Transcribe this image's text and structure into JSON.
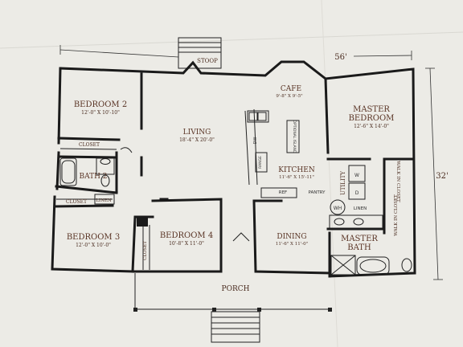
{
  "colors": {
    "paper": "#ecebe6",
    "wall": "#1a1a1a",
    "label": "#5a3526"
  },
  "dimensions": {
    "width": "56'",
    "depth": "32'"
  },
  "rooms": {
    "bedroom2": {
      "name": "BEDROOM 2",
      "size": "12'-0\" X 10'-10\""
    },
    "living": {
      "name": "LIVING",
      "size": "18'-4\" X 20'-0\""
    },
    "cafe": {
      "name": "CAFE",
      "size": "9'-8\" X 9'-5\""
    },
    "master_bedroom": {
      "name_1": "MASTER",
      "name_2": "BEDROOM",
      "size": "12'-6\" X 14'-0\""
    },
    "kitchen": {
      "name": "KITCHEN",
      "size": "11'-6\" X 15'-11\""
    },
    "bath2": {
      "name": "BATH 2"
    },
    "bedroom3": {
      "name": "BEDROOM 3",
      "size": "12'-0\" X 10'-0\""
    },
    "bedroom4": {
      "name": "BEDROOM 4",
      "size": "10'-8\" X 11'-0\""
    },
    "dining": {
      "name": "DINING",
      "size": "11'-6\" X 11'-0\""
    },
    "master_bath": {
      "name_1": "MASTER",
      "name_2": "BATH"
    },
    "porch": {
      "name": "PORCH"
    },
    "stoop": {
      "name": "STOOP"
    }
  },
  "fixtures": {
    "closet": "CLOSET",
    "linen": "LINEN",
    "utility": "UTILITY",
    "pantry": "PANTRY",
    "wh": "WH",
    "ref": "REF",
    "dw": "DW",
    "walk_in_closet": "WALK IN CLOSET",
    "optional_island": "OPTIONAL ISLAND",
    "range": "RANGE",
    "w": "W",
    "d": "D"
  }
}
